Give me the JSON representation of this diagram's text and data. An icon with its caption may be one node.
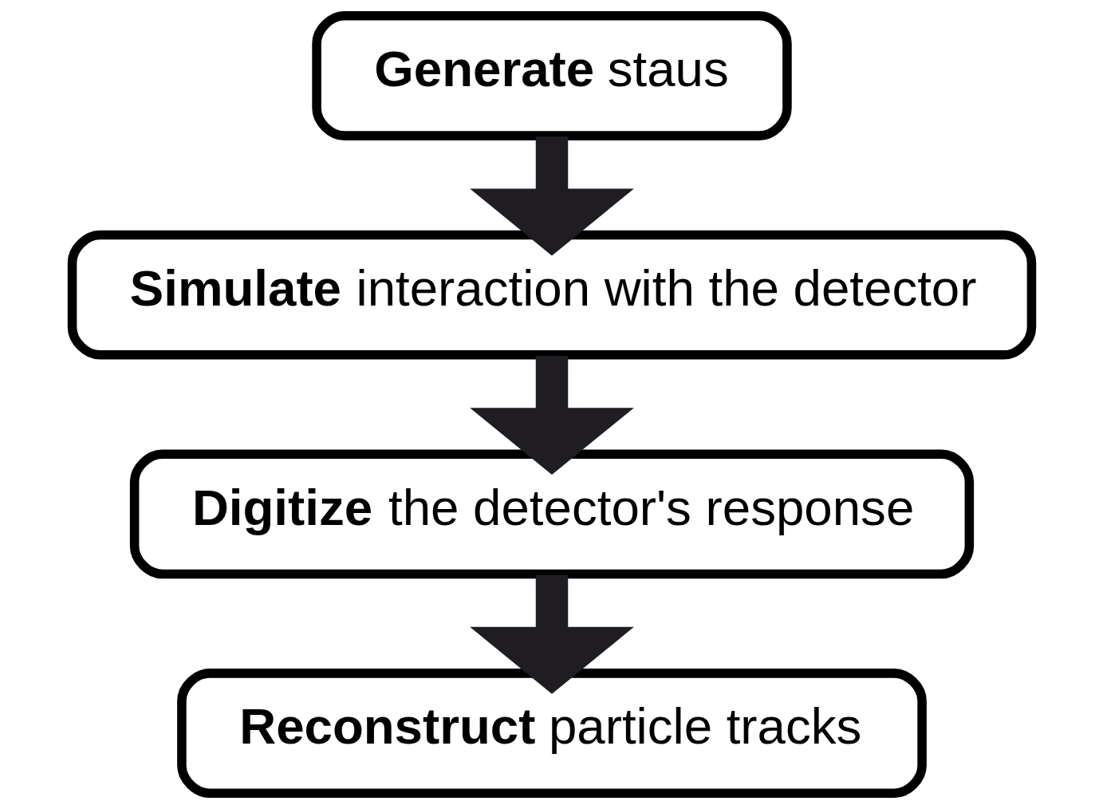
{
  "diagram": {
    "nodes": [
      {
        "text": [
          "**Generate** staus"
        ]
      },
      {
        "text": [
          "**Simulate** interaction with the detector"
        ]
      },
      {
        "text": [
          "**Digitize** the detector's response"
        ]
      },
      {
        "text": [
          "**Reconstruct** particle tracks"
        ]
      }
    ],
    "edges": [
      {
        "from": 0,
        "to": 1,
        "arrow": "to"
      },
      {
        "from": 1,
        "to": 2,
        "arrow": "to"
      },
      {
        "from": 2,
        "to": 3,
        "arrow": "to"
      }
    ]
  }
}
